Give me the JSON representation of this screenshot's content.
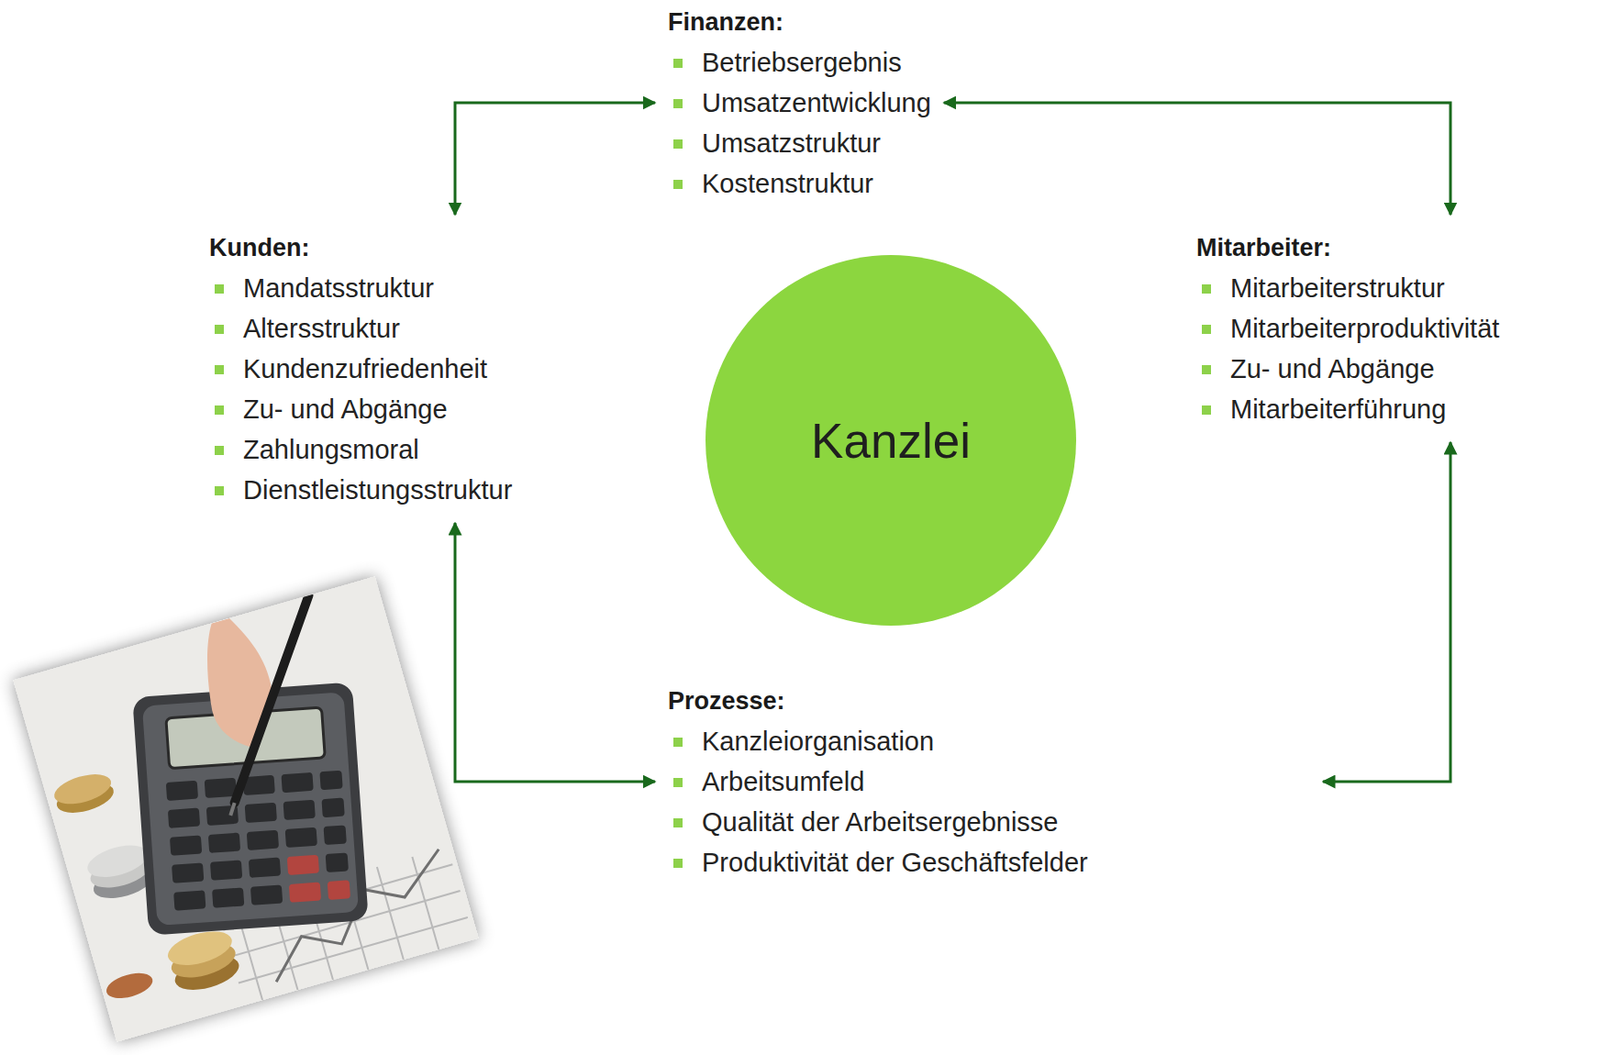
{
  "diagram": {
    "nodes": [
      {
        "text": [
          "Finanzen:",
          "Betriebsergebnis",
          "Umsatzentwicklung",
          "Umsatzstruktur",
          "Kostenstruktur"
        ]
      },
      {
        "text": [
          "Kunden:",
          "Mandatsstruktur",
          "Altersstruktur",
          "Kundenzufriedenheit",
          "Zu- und Abgänge",
          "Zahlungsmoral",
          "Dienstleistungsstruktur"
        ]
      },
      {
        "text": [
          "Kanzlei"
        ]
      },
      {
        "text": [
          "Mitarbeiter:",
          "Mitarbeiterstruktur",
          "Mitarbeiterproduktivität",
          "Zu- und Abgänge",
          "Mitarbeiterführung"
        ]
      },
      {
        "text": [
          "Prozesse:",
          "Kanzleiorganisation",
          "Arbeitsumfeld",
          "Qualität der Arbeitsergebnisse",
          "Produktivität der Geschäftsfelder"
        ]
      }
    ],
    "edges": [
      {
        "from": 0,
        "to": 1,
        "arrow": "both"
      },
      {
        "from": 0,
        "to": 3,
        "arrow": "both"
      },
      {
        "from": 3,
        "to": 4,
        "arrow": "both"
      },
      {
        "from": 4,
        "to": 1,
        "arrow": "both"
      }
    ]
  }
}
